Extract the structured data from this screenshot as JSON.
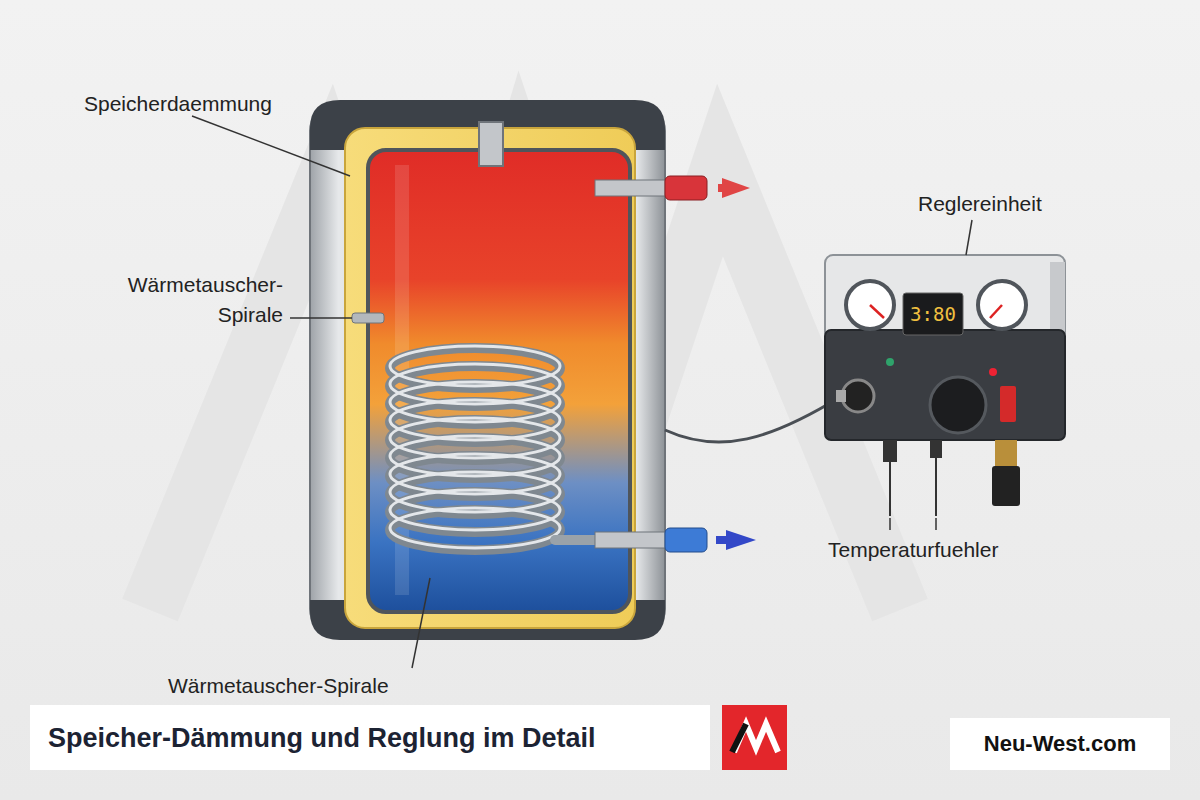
{
  "diagram": {
    "title": "Speicher-Dämmung und Reglung im Detail",
    "nodes": [
      {
        "text": [
          "Neu-West.com"
        ]
      }
    ],
    "labels": [
      "Speicherdaemmung",
      "Wärmetauscher- Spirale",
      "Wärmetauscher-Spirale",
      "Reglereinheit",
      "3:80",
      "Temperaturfuehler"
    ]
  }
}
